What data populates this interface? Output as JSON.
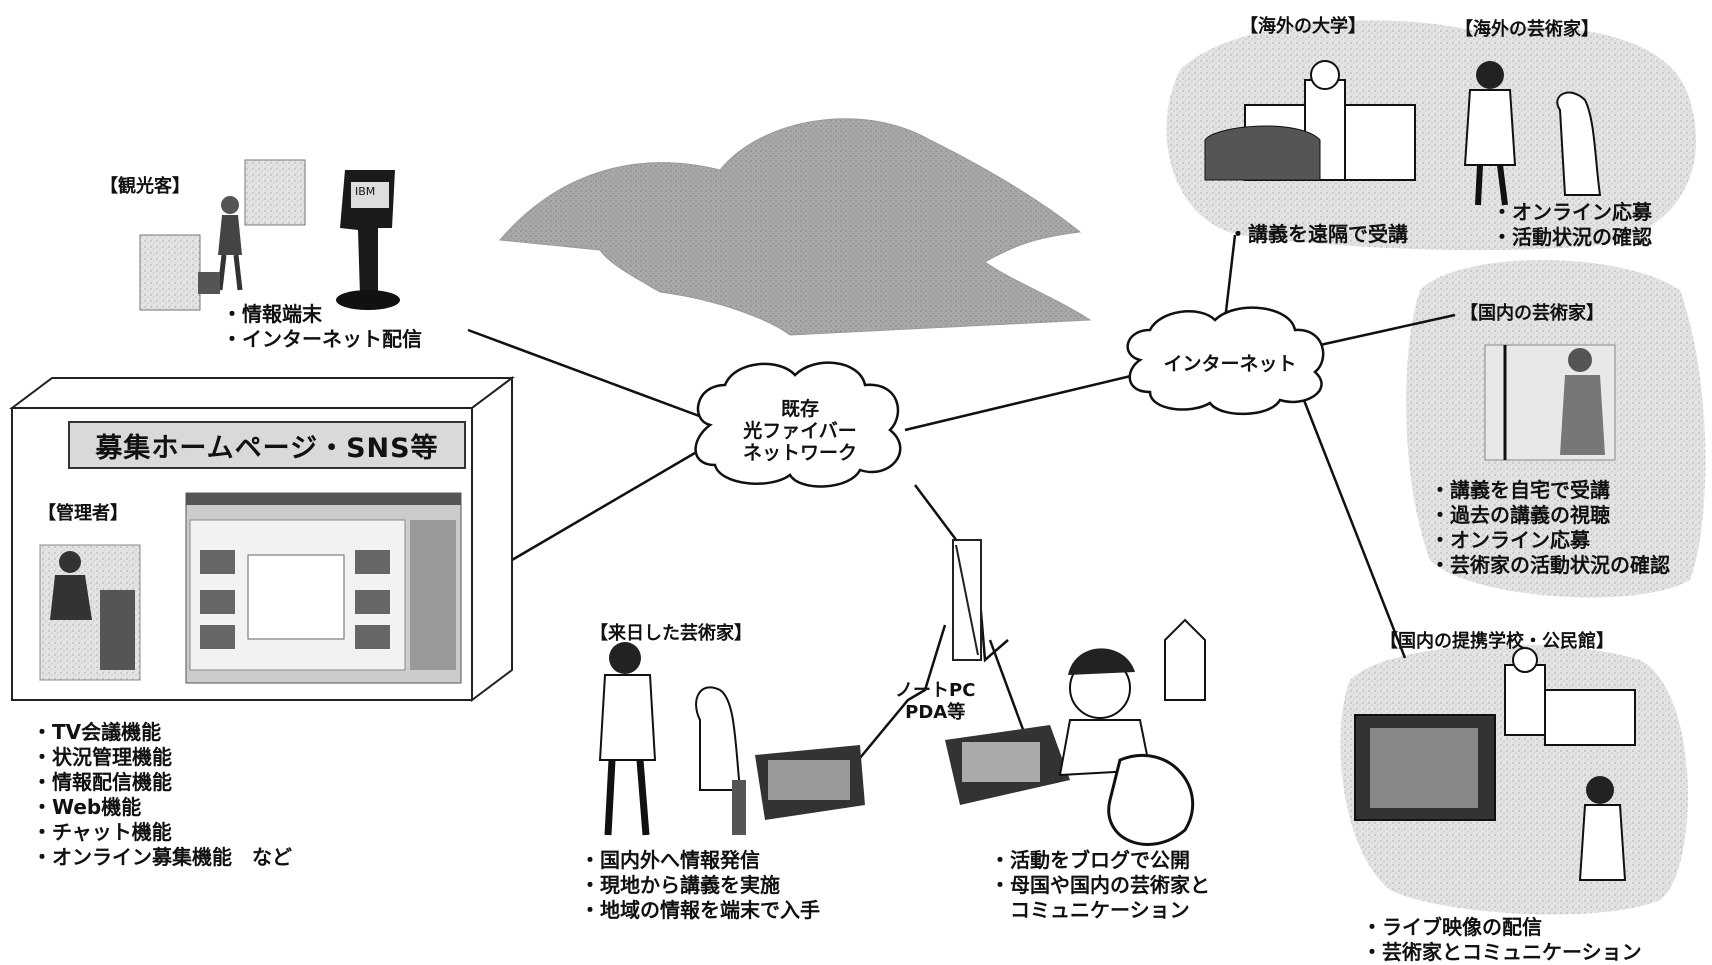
{
  "center_cloud": [
    "既存",
    "光ファイバー",
    "ネットワーク"
  ],
  "internet_cloud": "インターネット",
  "tourists": {
    "label": "【観光客】",
    "kiosk_brand": "IBM",
    "bullets": [
      "・情報端末",
      "・インターネット配信"
    ]
  },
  "recruit_box": {
    "title": "募集ホームページ・SNS等",
    "admin_label": "【管理者】",
    "functions": [
      "・TV会議機能",
      "・状況管理機能",
      "・情報配信機能",
      "・Web機能",
      "・チャット機能",
      "・オンライン募集機能　など"
    ]
  },
  "visiting_artist": {
    "label": "【来日した芸術家】",
    "bullets": [
      "・国内外へ情報発信",
      "・現地から講義を実施",
      "・地域の情報を端末で入手"
    ]
  },
  "device": {
    "lines": [
      "ノートPC",
      "PDA等"
    ]
  },
  "blog": {
    "bullets": [
      "・活動をブログで公開",
      "・母国や国内の芸術家と",
      "　コミュニケーション"
    ]
  },
  "overseas_univ": {
    "label": "【海外の大学】",
    "bullets": [
      "・講義を遠隔で受講"
    ]
  },
  "overseas_artist": {
    "label": "【海外の芸術家】",
    "bullets": [
      "・オンライン応募",
      "・活動状況の確認"
    ]
  },
  "domestic_artist": {
    "label": "【国内の芸術家】",
    "bullets": [
      "・講義を自宅で受講",
      "・過去の講義の視聴",
      "・オンライン応募",
      "・芸術家の活動状況の確認"
    ]
  },
  "partner_school": {
    "label": "【国内の提携学校・公民館】",
    "bullets": [
      "・ライブ映像の配信",
      "・芸術家とコミュニケーション"
    ]
  }
}
